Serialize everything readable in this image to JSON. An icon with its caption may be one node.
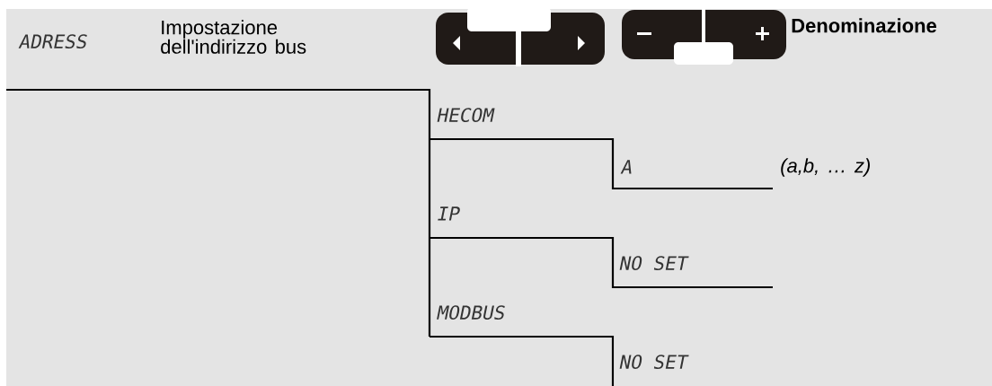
{
  "diagram": {
    "labels": [
      "ADRESS",
      "Impostazione dell'indirizzo bus",
      "Denominazione",
      "HECOM",
      "A",
      "(a,b, … z)",
      "IP",
      "NO SET",
      "MODBUS",
      "NO SET"
    ]
  }
}
